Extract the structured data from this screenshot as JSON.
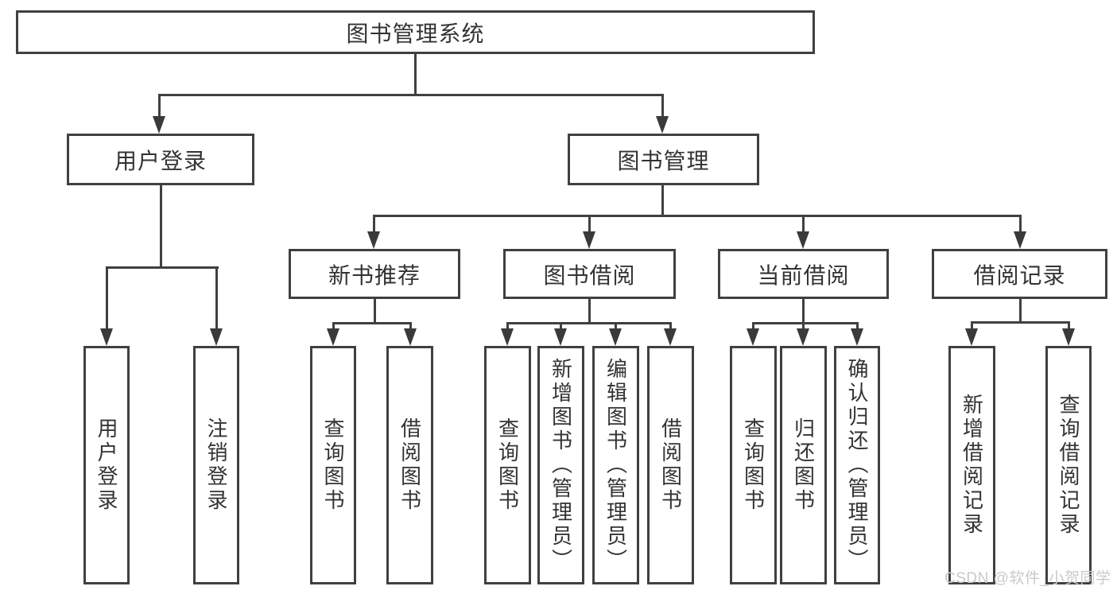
{
  "tree": {
    "root": {
      "label": "图书管理系统"
    },
    "level2": [
      {
        "label": "用户登录"
      },
      {
        "label": "图书管理"
      }
    ],
    "level3": [
      {
        "label": "新书推荐",
        "parent": "图书管理"
      },
      {
        "label": "图书借阅",
        "parent": "图书管理"
      },
      {
        "label": "当前借阅",
        "parent": "图书管理"
      },
      {
        "label": "借阅记录",
        "parent": "图书管理"
      }
    ],
    "leaves": [
      {
        "label": "用户登录",
        "parent": "用户登录"
      },
      {
        "label": "注销登录",
        "parent": "用户登录"
      },
      {
        "label": "查询图书",
        "parent": "新书推荐"
      },
      {
        "label": "借阅图书",
        "parent": "新书推荐"
      },
      {
        "label": "查询图书",
        "parent": "图书借阅"
      },
      {
        "label": "新增图书（管理员）",
        "parent": "图书借阅"
      },
      {
        "label": "编辑图书（管理员）",
        "parent": "图书借阅"
      },
      {
        "label": "借阅图书",
        "parent": "图书借阅"
      },
      {
        "label": "查询图书",
        "parent": "当前借阅"
      },
      {
        "label": "归还图书",
        "parent": "当前借阅"
      },
      {
        "label": "确认归还（管理员）",
        "parent": "当前借阅"
      },
      {
        "label": "新增借阅记录",
        "parent": "借阅记录"
      },
      {
        "label": "查询借阅记录",
        "parent": "借阅记录"
      }
    ]
  },
  "watermark": "CSDN @软件_小贺同学",
  "colors": {
    "line": "#404040",
    "text": "#333333",
    "watermark": "#c9c9c9",
    "background": "#ffffff"
  }
}
